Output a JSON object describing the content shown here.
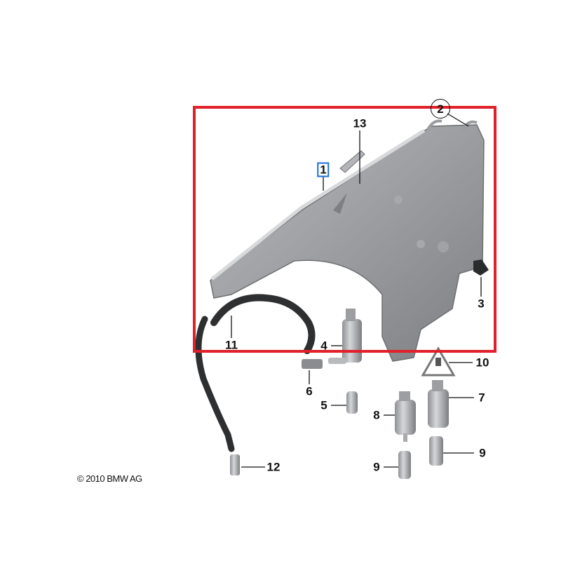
{
  "diagram": {
    "highlight_color": "#e0202a",
    "selected_label_color": "#1a6fd6",
    "callouts": [
      {
        "id": "1",
        "label": "1",
        "part": "washer-fluid-reservoir",
        "selected": true
      },
      {
        "id": "2",
        "label": "2",
        "part": "hose-clamps",
        "circled": true
      },
      {
        "id": "3",
        "label": "3",
        "part": "level-sensor"
      },
      {
        "id": "4",
        "label": "4",
        "part": "headlight-washer-pump"
      },
      {
        "id": "5",
        "label": "5",
        "part": "grommet"
      },
      {
        "id": "6",
        "label": "6",
        "part": "check-valve-connector"
      },
      {
        "id": "7",
        "label": "7",
        "part": "washer-pump"
      },
      {
        "id": "8",
        "label": "8",
        "part": "washer-pump"
      },
      {
        "id": "9a",
        "label": "9",
        "part": "grommet"
      },
      {
        "id": "9b",
        "label": "9",
        "part": "grommet"
      },
      {
        "id": "10",
        "label": "10",
        "part": "warning-triangle-connector"
      },
      {
        "id": "11",
        "label": "11",
        "part": "hose"
      },
      {
        "id": "12",
        "label": "12",
        "part": "hose-connector"
      },
      {
        "id": "13",
        "label": "13",
        "part": "bracket"
      }
    ],
    "copyright": "© 2010 BMW AG"
  }
}
